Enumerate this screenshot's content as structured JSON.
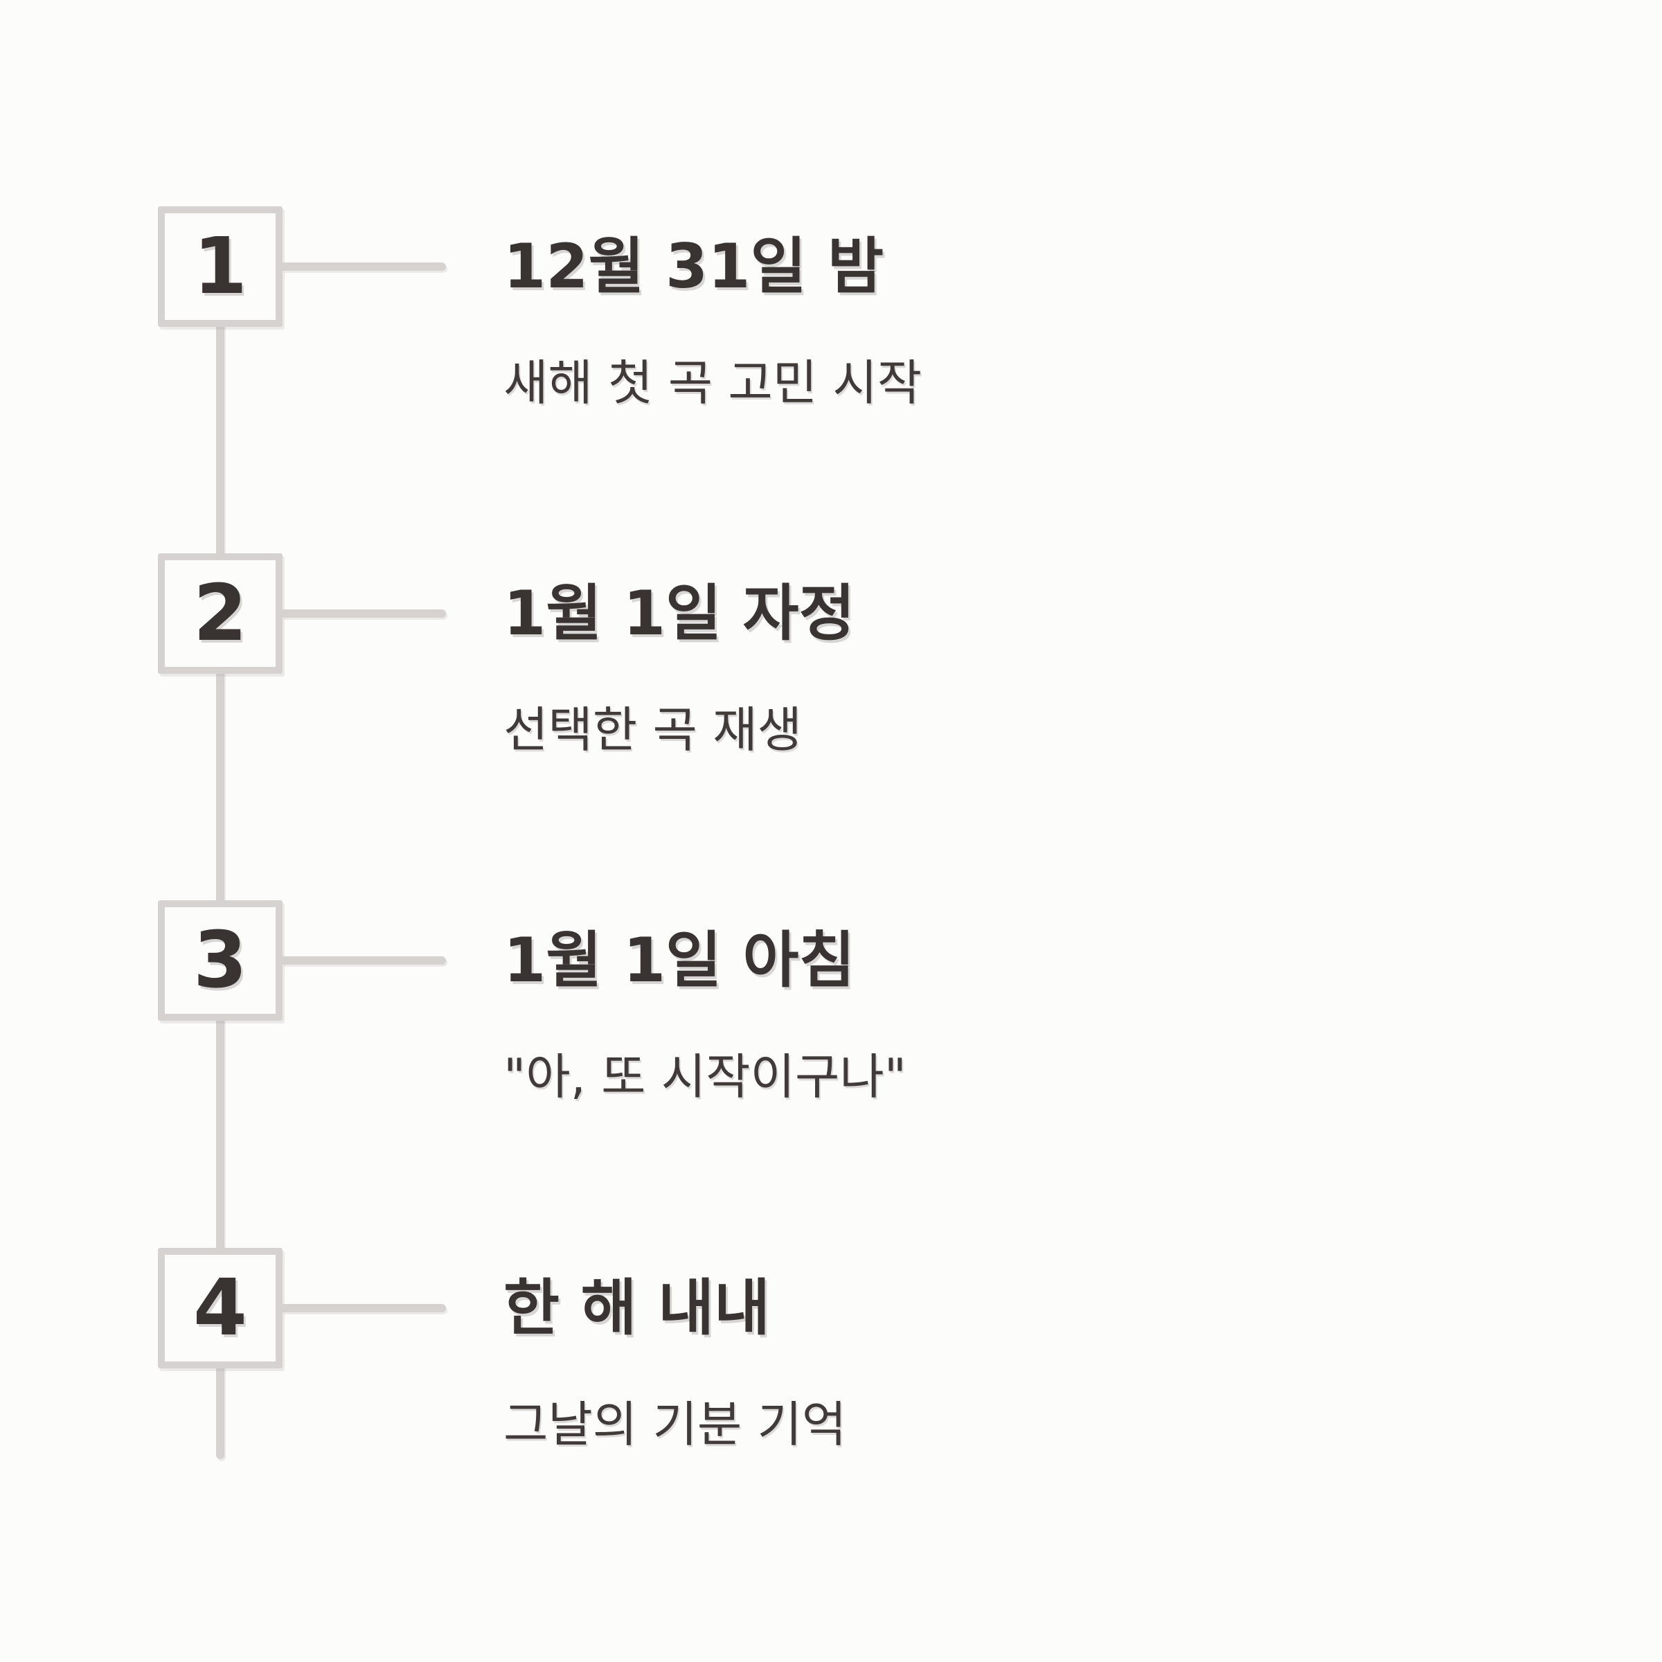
{
  "timeline": {
    "items": [
      {
        "number": "1",
        "title": "12월 31일 밤",
        "subtitle": "새해 첫 곡 고민 시작"
      },
      {
        "number": "2",
        "title": "1월 1일 자정",
        "subtitle": "선택한 곡 재생"
      },
      {
        "number": "3",
        "title": "1월 1일 아침",
        "subtitle": "\"아, 또 시작이구나\""
      },
      {
        "number": "4",
        "title": "한 해 내내",
        "subtitle": "그날의 기분 기억"
      }
    ]
  },
  "colors": {
    "background": "#fcfcfb",
    "line": "#d6d2d0",
    "text_primary": "#393331",
    "text_secondary": "#403a38"
  }
}
